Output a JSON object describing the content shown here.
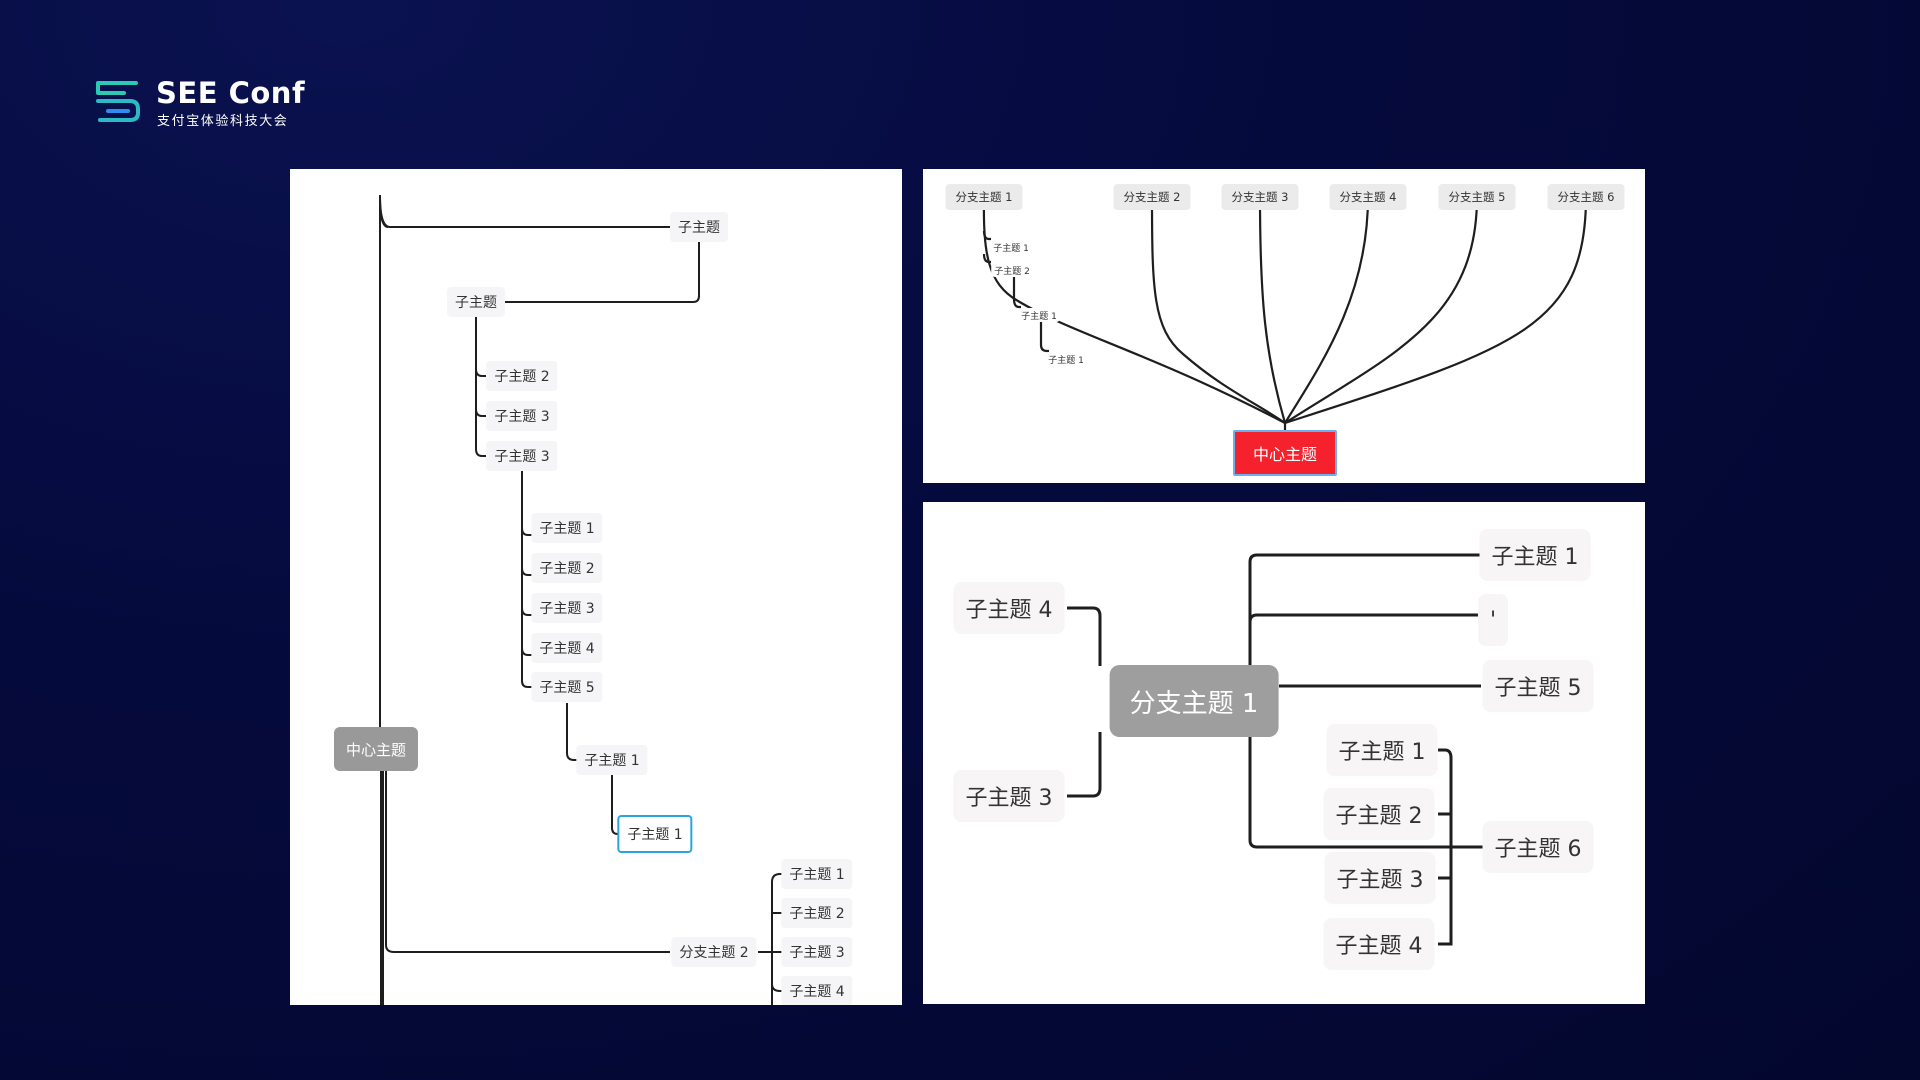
{
  "brand": {
    "name": "SEE Conf",
    "subtitle": "支付宝体验科技大会",
    "colors": {
      "mark_teal": "#2cc9b6",
      "mark_blue": "#2d8cf0"
    }
  },
  "panel_left": {
    "center": "中心主题",
    "top_topic": "子主题",
    "level1_topic": "子主题",
    "level2": [
      "子主题 2",
      "子主题 3",
      "子主题 3"
    ],
    "level3": [
      "子主题 1",
      "子主题 2",
      "子主题 3",
      "子主题 4",
      "子主题 5"
    ],
    "level4": "子主题 1",
    "selected": "子主题 1",
    "branch2": "分支主题 2",
    "branch2_children": [
      "子主题 1",
      "子主题 2",
      "子主题 3",
      "子主题 4"
    ]
  },
  "panel_top_right": {
    "center": "中心主题",
    "branches": [
      "分支主题 1",
      "分支主题 2",
      "分支主题 3",
      "分支主题 4",
      "分支主题 5",
      "分支主题 6"
    ],
    "sub_items": [
      "子主题 1",
      "子主题 2",
      "子主题 1",
      "子主题 1"
    ],
    "colors": {
      "center_bg": "#f5222d",
      "center_border": "#6bb0f0"
    }
  },
  "panel_bottom_right": {
    "center": "分支主题 1",
    "left_topics": [
      "子主题 4",
      "子主题 3"
    ],
    "right_topics": [
      "子主题 1",
      "'",
      "子主题 5",
      "子主题 6"
    ],
    "sub_topics": [
      "子主题 1",
      "子主题 2",
      "子主题 3",
      "子主题 4"
    ]
  }
}
